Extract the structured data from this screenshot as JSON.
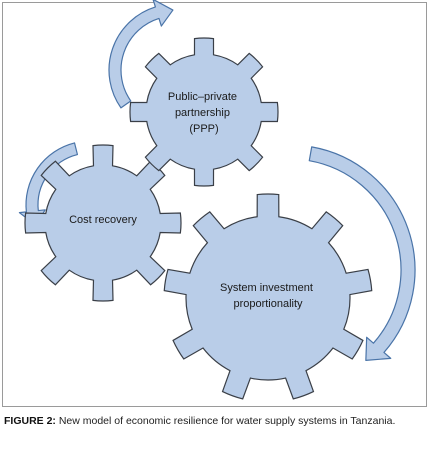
{
  "diagram": {
    "gears": [
      {
        "id": "ppp",
        "lines": [
          "Public–private",
          "partnership",
          "(PPP)"
        ]
      },
      {
        "id": "cost",
        "lines": [
          "Cost recovery"
        ]
      },
      {
        "id": "system",
        "lines": [
          "System investment",
          "proportionality"
        ]
      }
    ]
  },
  "colors": {
    "gear_fill": "#b9cde8",
    "gear_stroke": "#3a3f47",
    "arrow_stroke": "#4a74a8"
  },
  "caption": {
    "label": "FIGURE 2:",
    "text": " New model of economic resilience for water supply systems in Tanzania."
  }
}
